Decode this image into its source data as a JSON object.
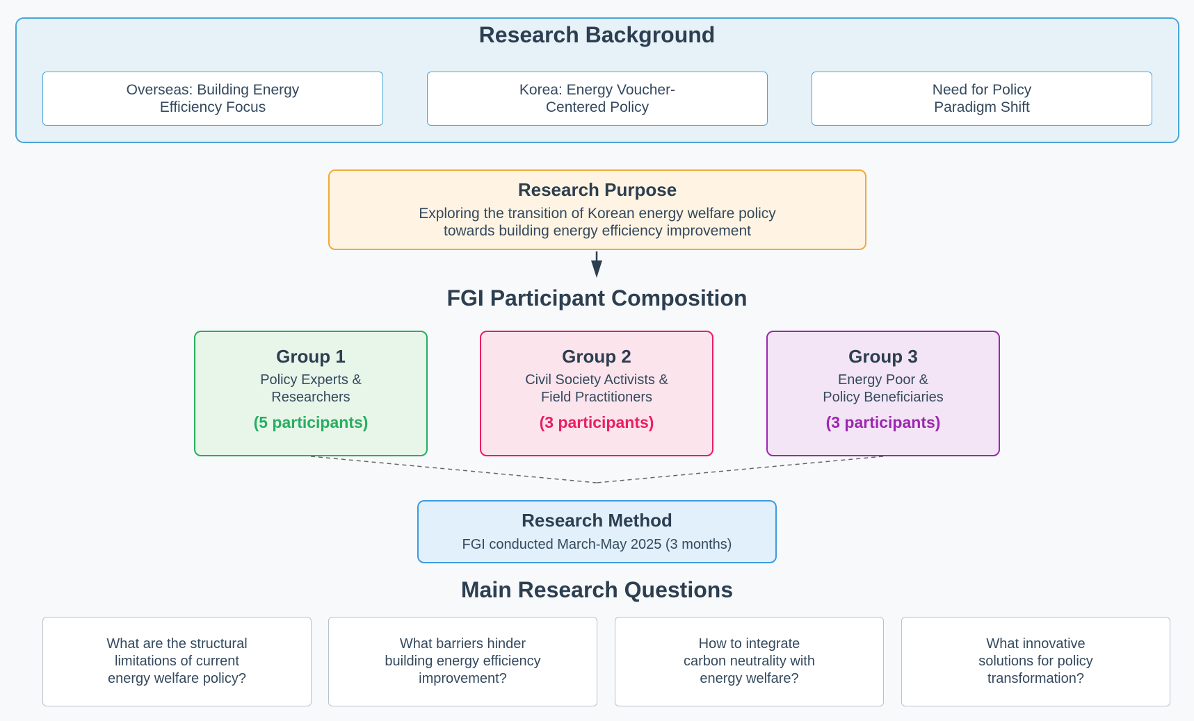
{
  "background": {
    "title": "Research Background",
    "items": [
      "Overseas: Building Energy\nEfficiency Focus",
      "Korea: Energy Voucher-\nCentered Policy",
      "Need for Policy\nParadigm Shift"
    ]
  },
  "purpose": {
    "title": "Research Purpose",
    "description": "Exploring the transition of Korean energy welfare policy\ntowards building energy efficiency improvement"
  },
  "fgi": {
    "title": "FGI Participant Composition",
    "groups": [
      {
        "title": "Group 1",
        "description": "Policy Experts &\nResearchers",
        "count": "(5 participants)",
        "color": "#27ae60",
        "fill": "#e8f5e9"
      },
      {
        "title": "Group 2",
        "description": "Civil Society Activists &\nField Practitioners",
        "count": "(3 participants)",
        "color": "#e91e63",
        "fill": "#fce4ec"
      },
      {
        "title": "Group 3",
        "description": "Energy Poor &\nPolicy Beneficiaries",
        "count": "(3 participants)",
        "color": "#9c27b0",
        "fill": "#f3e5f5"
      }
    ]
  },
  "method": {
    "title": "Research Method",
    "description": "FGI conducted March-May 2025 (3 months)"
  },
  "questions": {
    "title": "Main Research Questions",
    "items": [
      "What are the structural\nlimitations of current\nenergy welfare policy?",
      "What barriers hinder\nbuilding energy efficiency\nimprovement?",
      "How to integrate\ncarbon neutrality with\nenergy welfare?",
      "What innovative\nsolutions for policy\ntransformation?"
    ]
  }
}
